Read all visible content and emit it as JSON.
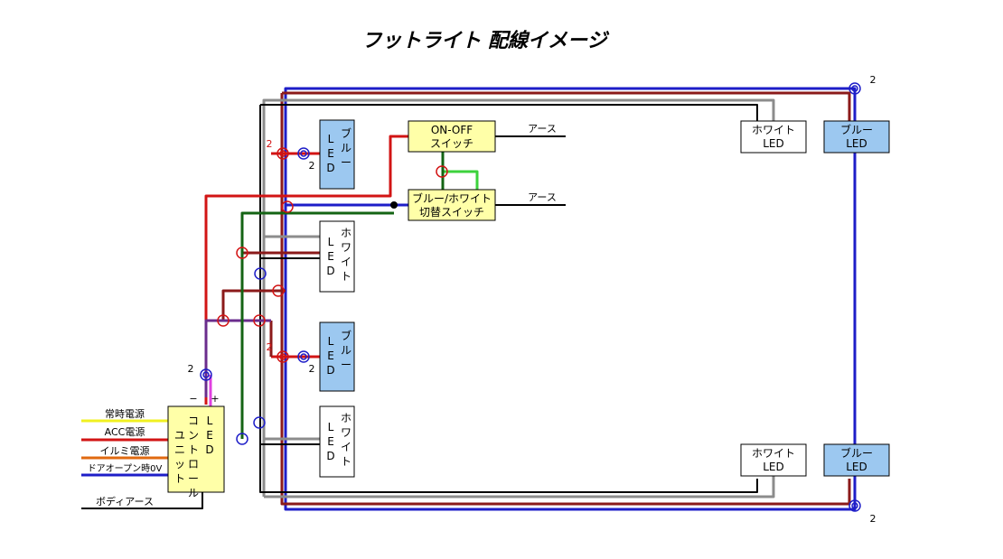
{
  "title": "フットライト 配線イメージ",
  "colors": {
    "blue_wire": "#1e1ec8",
    "red_wire": "#d21414",
    "darkred_wire": "#8b1a1a",
    "gray_wire": "#8c8c8c",
    "black_wire": "#000000",
    "green_wire": "#146414",
    "purple_wire": "#6a2c8c",
    "magenta_wire": "#e040e0",
    "yellow_wire": "#f0f020",
    "orange_wire": "#e06a10",
    "lightgreen_wire": "#3cd23c",
    "blue_box": "#9cc8f0",
    "yellow_box": "#ffffa8"
  },
  "switches": {
    "onoff": [
      "ON-OFF",
      "スイッチ"
    ],
    "select": [
      "ブルー/ホワイト",
      "切替スイッチ"
    ],
    "earth": "アース"
  },
  "leds": {
    "blue_vertical": [
      "ブ",
      "ル",
      "ー",
      "L",
      "E",
      "D"
    ],
    "white_vertical": [
      "ホ",
      "ワ",
      "イ",
      "ト",
      "L",
      "E",
      "D"
    ],
    "white_horizontal": [
      "ホワイト",
      "LED"
    ],
    "blue_horizontal": [
      "ブルー",
      "LED"
    ]
  },
  "controller": {
    "col1": [
      "コ",
      "ン",
      "ト",
      "ロ",
      "ー",
      "ル"
    ],
    "col0": [
      "ユ",
      "ニ",
      "ッ",
      "ト"
    ],
    "col2": [
      "L",
      "E",
      "D"
    ],
    "minus": "−",
    "plus": "+"
  },
  "inputs": {
    "constant": "常時電源",
    "acc": "ACC電源",
    "illumi": "イルミ電源",
    "door": "ドアオープン時0V",
    "body_earth": "ボディアース"
  },
  "marks": {
    "two": "2"
  }
}
